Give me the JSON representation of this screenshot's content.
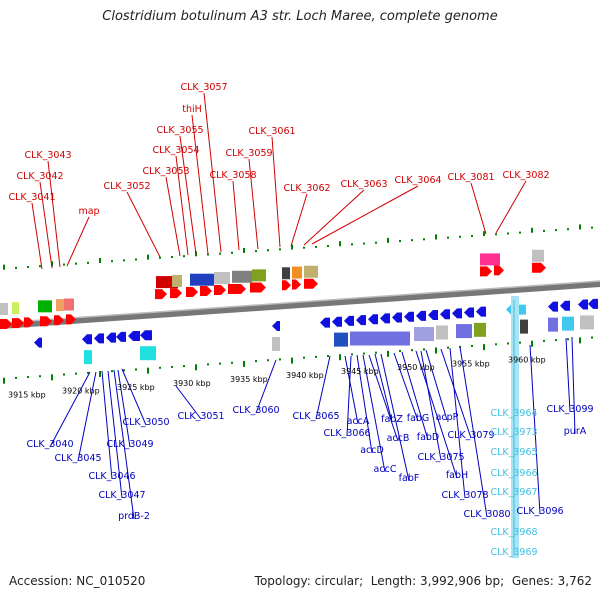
{
  "title": "Clostridium botulinum A3 str. Loch Maree, complete genome",
  "footer": {
    "accession_label": "Accession:",
    "accession": "NC_010520",
    "topology_label": "Topology:",
    "topology": "circular",
    "length_label": "Length:",
    "length": "3,992,906 bp",
    "genes_label": "Genes:",
    "genes": "3,762"
  },
  "colors": {
    "top_label": "#d00000",
    "bottom_label": "#0000c0",
    "cyan_label": "#40c0e0",
    "scale_tick": "#008000",
    "backbone": "#888888"
  },
  "scale_labels": [
    "3915 kbp",
    "3920 kbp",
    "3925 kbp",
    "3930 kbp",
    "3935 kbp",
    "3940 kbp",
    "3945 kbp",
    "3950 kbp",
    "3955 kbp",
    "3960 kbp"
  ],
  "top_genes": [
    "CLK_3057",
    "thiH",
    "CLK_3055",
    "CLK_3054",
    "CLK_3053",
    "CLK_3052",
    "CLK_3043",
    "CLK_3042",
    "CLK_3041",
    "map",
    "CLK_3061",
    "CLK_3059",
    "CLK_3058",
    "CLK_3062",
    "CLK_3063",
    "CLK_3064",
    "CLK_3081",
    "CLK_3082"
  ],
  "bottom_genes": [
    "CLK_3040",
    "CLK_3045",
    "CLK_3046",
    "CLK_3047",
    "prdB-2",
    "CLK_3049",
    "CLK_3050",
    "CLK_3051",
    "CLK_3060",
    "CLK_3065",
    "accA",
    "CLK_3066",
    "accD",
    "accC",
    "accB",
    "fabZ",
    "fabF",
    "fabG",
    "fabD",
    "fabH",
    "acpP",
    "CLK_3075",
    "CLK_3079",
    "CLK_3078",
    "CLK_3080",
    "CLK_3099",
    "purA",
    "CLK_3096"
  ],
  "cyan_genes": [
    "CLK_3964",
    "CLK_3973",
    "CLK_3965",
    "CLK_3966",
    "CLK_3967",
    "CLK_3968",
    "CLK_3969"
  ]
}
